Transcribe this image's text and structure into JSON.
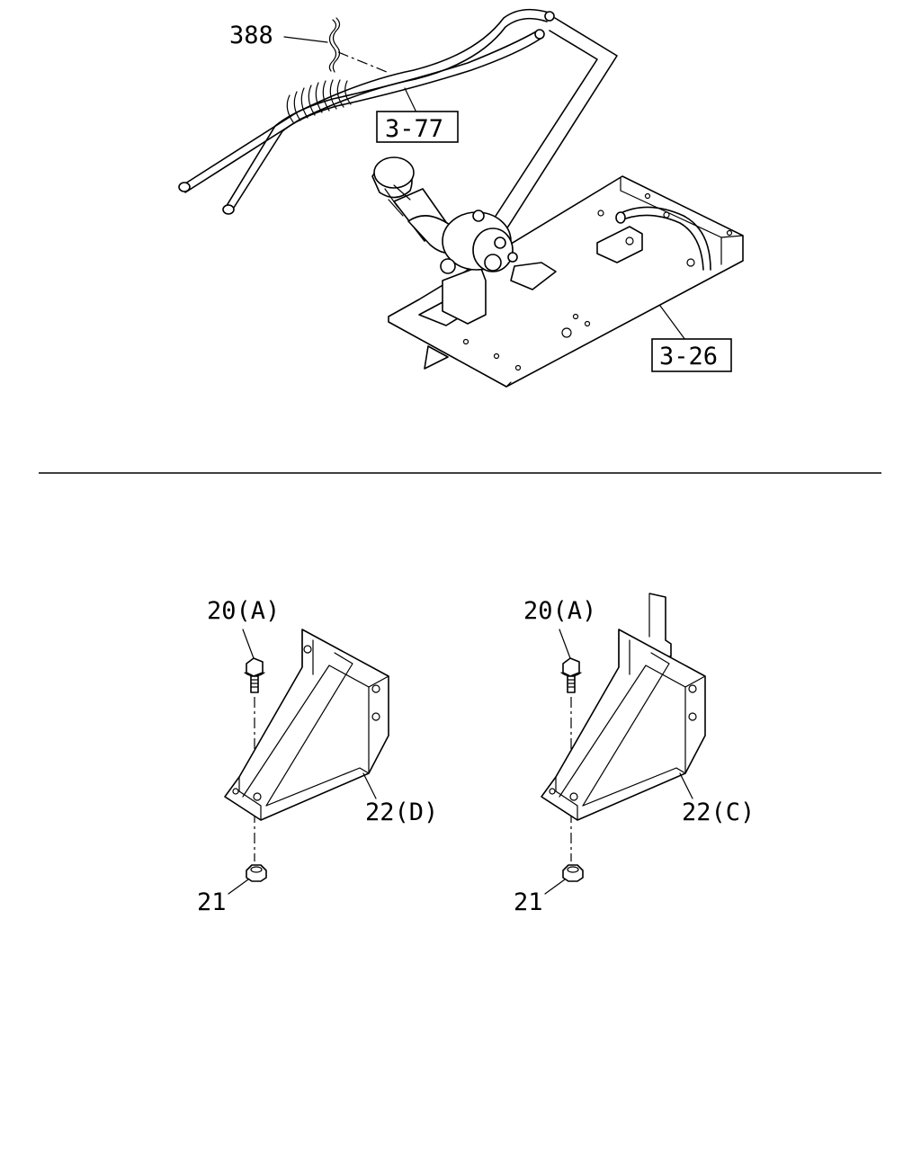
{
  "labels": {
    "hose_ref": "388",
    "hose_assembly_ref": "3-77",
    "base_plate_ref": "3-26",
    "left_bolt": "20(A)",
    "left_nut": "21",
    "left_bracket": "22(D)",
    "right_bolt": "20(A)",
    "right_nut": "21",
    "right_bracket": "22(C)"
  }
}
